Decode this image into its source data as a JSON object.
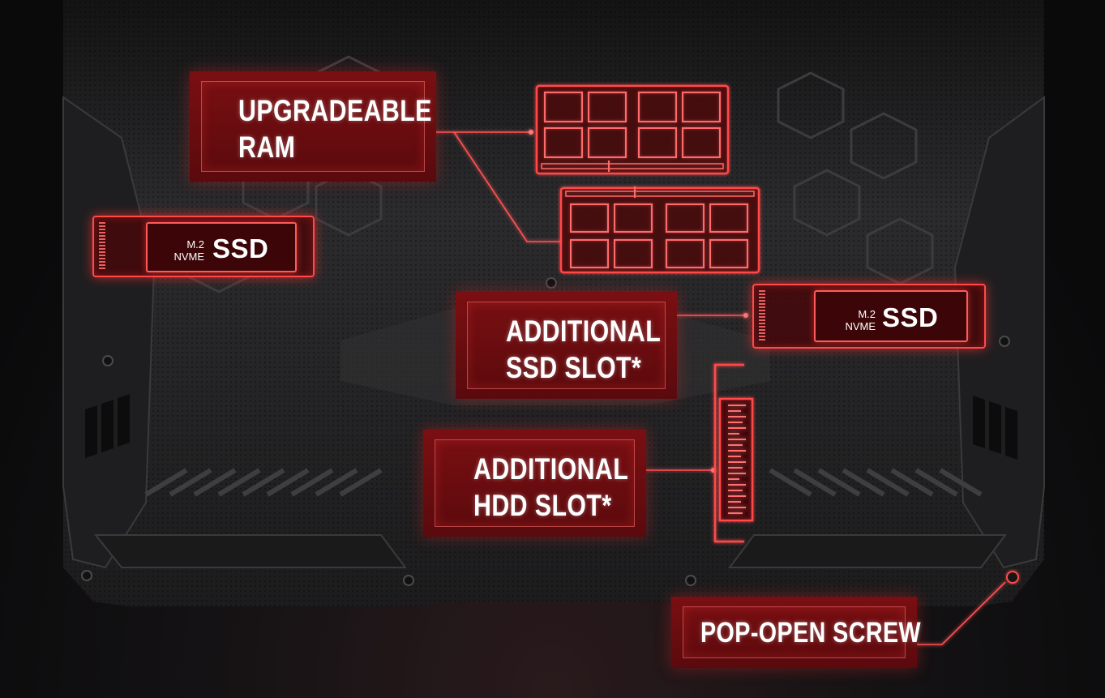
{
  "colors": {
    "accent": "#ff3b3b",
    "box_fill": "#6b0d10",
    "background": "#0b0b0c",
    "chassis": "#2a2a2c"
  },
  "labels": {
    "ram": [
      "UPGRADEABLE",
      "RAM"
    ],
    "ssd_slot": [
      "ADDITIONAL",
      "SSD SLOT*"
    ],
    "hdd_slot": [
      "ADDITIONAL",
      "HDD SLOT*"
    ],
    "screw": "POP-OPEN SCREW"
  },
  "ssd_left": {
    "line1": "M.2",
    "line2": "NVME",
    "big": "SSD"
  },
  "ssd_right": {
    "line1": "M.2",
    "line2": "NVME",
    "big": "SSD"
  },
  "icons": [
    "ram-module-icon",
    "ram-module-icon",
    "m2-ssd-icon",
    "m2-ssd-icon",
    "hdd-bay-icon",
    "screw-icon"
  ]
}
